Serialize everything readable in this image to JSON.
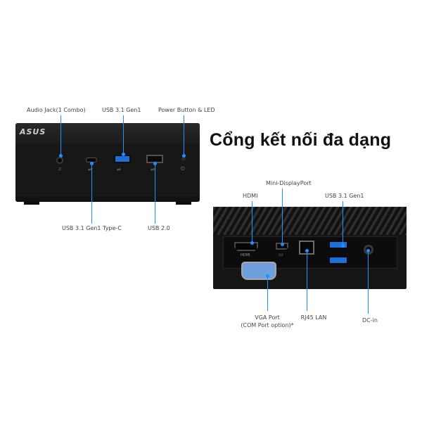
{
  "headline": "Cổng kết nối đa dạng",
  "front": {
    "brand": "ASUS",
    "labels": {
      "audio_jack": "Audio Jack(1 Combo)",
      "usb31_gen1": "USB 3.1 Gen1",
      "power_button": "Power Button & LED",
      "usb31_typec": "USB 3.1 Gen1 Type-C",
      "usb20": "USB 2.0"
    }
  },
  "back": {
    "labels": {
      "minidp": "Mini-DisplayPort",
      "hdmi": "HDMI",
      "usb31_gen1": "USB 3.1 Gen1",
      "vga_line1": "VGA Port",
      "vga_line2": "(COM Port option)*",
      "rj45": "RJ45 LAN",
      "dcin": "DC-in"
    },
    "port_text": {
      "hdmi": "HDMI"
    }
  },
  "colors": {
    "callout_line": "#1e90ff",
    "usb3_port": "#1d6fd6",
    "vga_port": "#6ea0dd",
    "device_body": "#151515",
    "label_text": "#444444"
  },
  "icons": [
    "audio-icon",
    "usb-c-icon",
    "usb3-icon",
    "usb2-icon",
    "power-icon",
    "minidp-icon",
    "rj45-icon",
    "dcin-icon"
  ]
}
